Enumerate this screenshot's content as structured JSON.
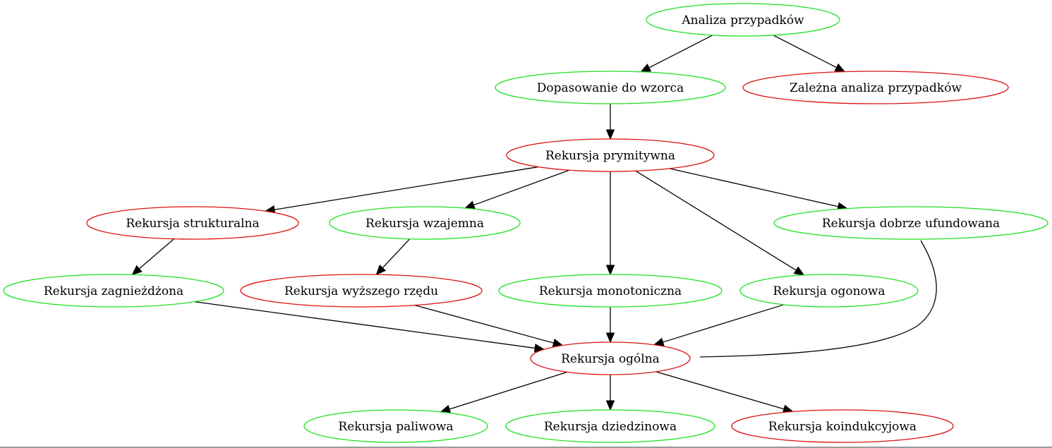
{
  "colors": {
    "green": "#20e020",
    "red": "#dd1111",
    "edge": "#000000"
  },
  "nodes": [
    {
      "id": "analiza",
      "label": "Analiza przypadków",
      "color": "green"
    },
    {
      "id": "dopasowanie",
      "label": "Dopasowanie do wzorca",
      "color": "green"
    },
    {
      "id": "zalezna",
      "label": "Zależna analiza przypadków",
      "color": "red"
    },
    {
      "id": "prymitywna",
      "label": "Rekursja prymitywna",
      "color": "red"
    },
    {
      "id": "strukturalna",
      "label": "Rekursja strukturalna",
      "color": "red"
    },
    {
      "id": "wzajemna",
      "label": "Rekursja wzajemna",
      "color": "green"
    },
    {
      "id": "dobrze",
      "label": "Rekursja dobrze ufundowana",
      "color": "green"
    },
    {
      "id": "zagniezdzona",
      "label": "Rekursja zagnieżdżona",
      "color": "green"
    },
    {
      "id": "wyzszego",
      "label": "Rekursja wyższego rzędu",
      "color": "red"
    },
    {
      "id": "monotoniczna",
      "label": "Rekursja monotoniczna",
      "color": "green"
    },
    {
      "id": "ogonowa",
      "label": "Rekursja ogonowa",
      "color": "green"
    },
    {
      "id": "ogolna",
      "label": "Rekursja ogólna",
      "color": "red"
    },
    {
      "id": "paliwowa",
      "label": "Rekursja paliwowa",
      "color": "green"
    },
    {
      "id": "dziedzinowa",
      "label": "Rekursja dziedzinowa",
      "color": "green"
    },
    {
      "id": "koindukcyjna",
      "label": "Rekursja koindukcyjowa",
      "color": "red"
    }
  ],
  "edges": [
    {
      "from": "analiza",
      "to": "dopasowanie"
    },
    {
      "from": "analiza",
      "to": "zalezna"
    },
    {
      "from": "dopasowanie",
      "to": "prymitywna"
    },
    {
      "from": "prymitywna",
      "to": "strukturalna"
    },
    {
      "from": "prymitywna",
      "to": "wzajemna"
    },
    {
      "from": "prymitywna",
      "to": "monotoniczna"
    },
    {
      "from": "prymitywna",
      "to": "ogonowa"
    },
    {
      "from": "prymitywna",
      "to": "dobrze"
    },
    {
      "from": "strukturalna",
      "to": "zagniezdzona"
    },
    {
      "from": "wzajemna",
      "to": "wyzszego"
    },
    {
      "from": "zagniezdzona",
      "to": "ogolna"
    },
    {
      "from": "wyzszego",
      "to": "ogolna"
    },
    {
      "from": "monotoniczna",
      "to": "ogolna"
    },
    {
      "from": "ogonowa",
      "to": "ogolna"
    },
    {
      "from": "dobrze",
      "to": "ogolna"
    },
    {
      "from": "ogolna",
      "to": "paliwowa"
    },
    {
      "from": "ogolna",
      "to": "dziedzinowa"
    },
    {
      "from": "ogolna",
      "to": "koindukcyjna"
    }
  ]
}
